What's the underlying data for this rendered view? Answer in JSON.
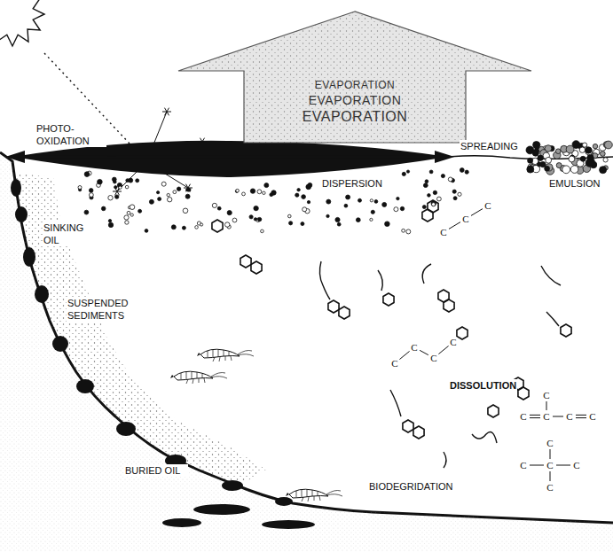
{
  "diagram": {
    "nodes": [
      {
        "text": [
          "EVAPORATION",
          "EVAPORATION",
          "EVAPORATION"
        ]
      }
    ],
    "labels": [
      "PHOTO- OXIDATION",
      "SPREADING",
      "EMULSION",
      "DISPERSION",
      "SINKING OIL",
      "SUSPENDED SEDIMENTS",
      "C",
      "C",
      "C",
      "C",
      "C",
      "C",
      "C",
      "DISSOLUTION",
      "C",
      "C",
      "C",
      "C",
      "C",
      "C",
      "C",
      "C",
      "C",
      "C",
      "BURIED OIL",
      "BIODEGRIDATION"
    ]
  }
}
